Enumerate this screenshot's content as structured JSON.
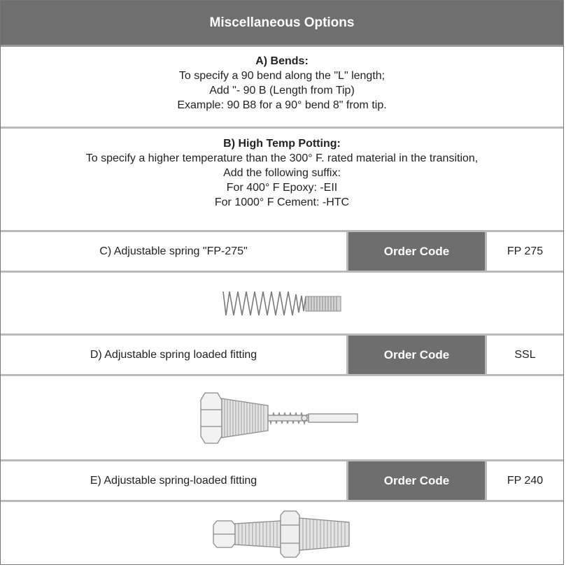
{
  "title": "Miscellaneous Options",
  "bends": {
    "heading": "A) Bends:",
    "lines": [
      "To specify a 90 bend along the \"L\" length;",
      "Add \"- 90 B (Length from Tip)",
      "Example: 90 B8 for a 90° bend 8\" from tip."
    ]
  },
  "potting": {
    "heading": "B) High Temp Potting:",
    "lines": [
      "To specify a higher temperature than the 300° F. rated material in the transition,",
      "Add the following suffix:",
      "For 400° F Epoxy: -EII",
      "For 1000° F Cement: -HTC"
    ]
  },
  "options": [
    {
      "description": "C) Adjustable spring \"FP-275\"",
      "code_label": "Order Code",
      "code": "FP 275",
      "image_icon": "spring-icon"
    },
    {
      "description": "D) Adjustable spring loaded fitting",
      "code_label": "Order Code",
      "code": "SSL",
      "image_icon": "spring-loaded-fitting-icon"
    },
    {
      "description": "E) Adjustable spring-loaded fitting",
      "code_label": "Order Code",
      "code": "FP 240",
      "image_icon": "hex-fitting-icon"
    }
  ]
}
